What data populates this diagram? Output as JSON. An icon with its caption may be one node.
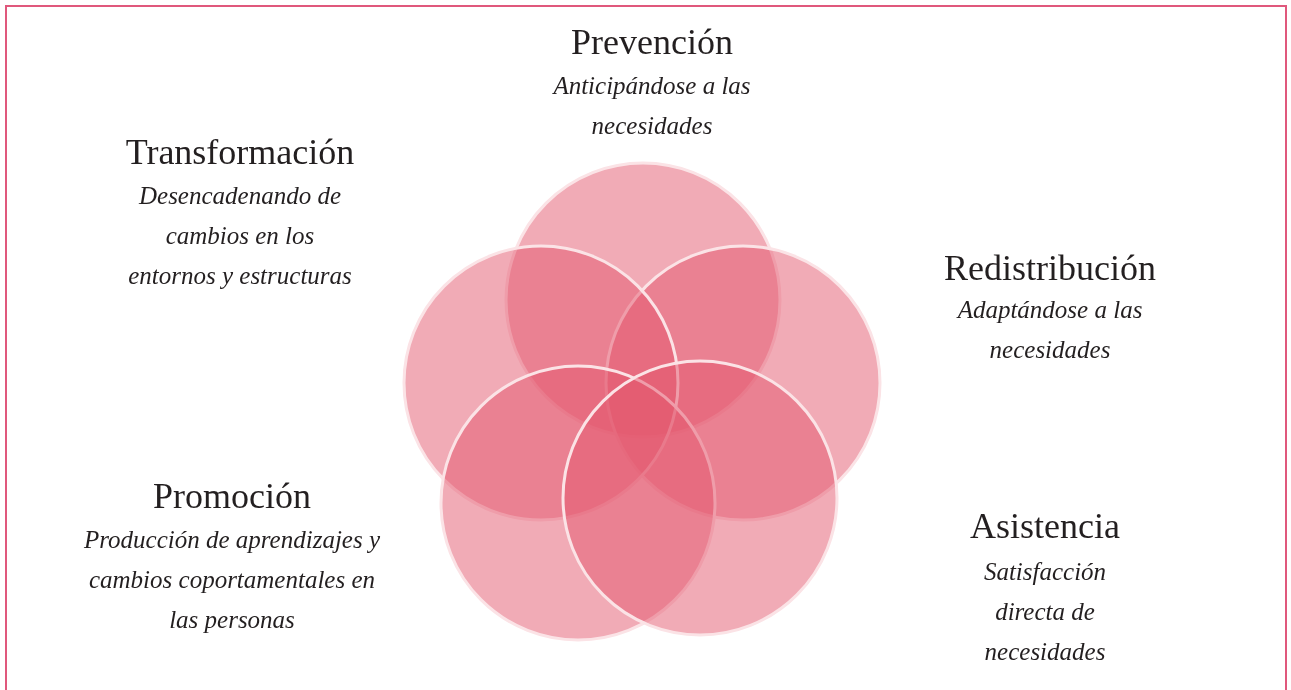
{
  "diagram": {
    "labels": [
      "Prevención",
      "Anticipándose a las necesidades",
      "Transformación",
      "Desencadenando de cambios en los entornos y estructuras",
      "Redistribución",
      "Adaptándose a las necesidades",
      "Promoción",
      "Producción de aprendizajes y cambios coportamentales en las personas",
      "Asistencia",
      "Satisfacción directa de necesidades"
    ]
  }
}
